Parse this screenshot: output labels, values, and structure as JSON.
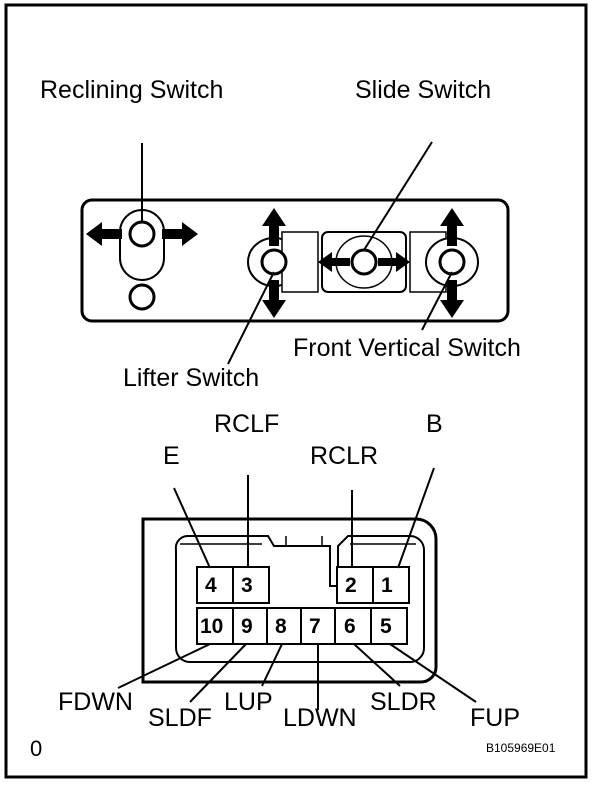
{
  "switch_labels": {
    "reclining": "Reclining Switch",
    "slide": "Slide Switch",
    "lifter": "Lifter Switch",
    "front_vertical": "Front Vertical Switch"
  },
  "terminal_labels": {
    "e": "E",
    "rclf": "RCLF",
    "rclr": "RCLR",
    "b": "B",
    "fdwn": "FDWN",
    "sldf": "SLDF",
    "lup": "LUP",
    "ldwn": "LDWN",
    "sldr": "SLDR",
    "fup": "FUP"
  },
  "pins": {
    "p1": "1",
    "p2": "2",
    "p3": "3",
    "p4": "4",
    "p5": "5",
    "p6": "6",
    "p7": "7",
    "p8": "8",
    "p9": "9",
    "p10": "10"
  },
  "corner_mark": "0",
  "figure_code": "B105969E01"
}
